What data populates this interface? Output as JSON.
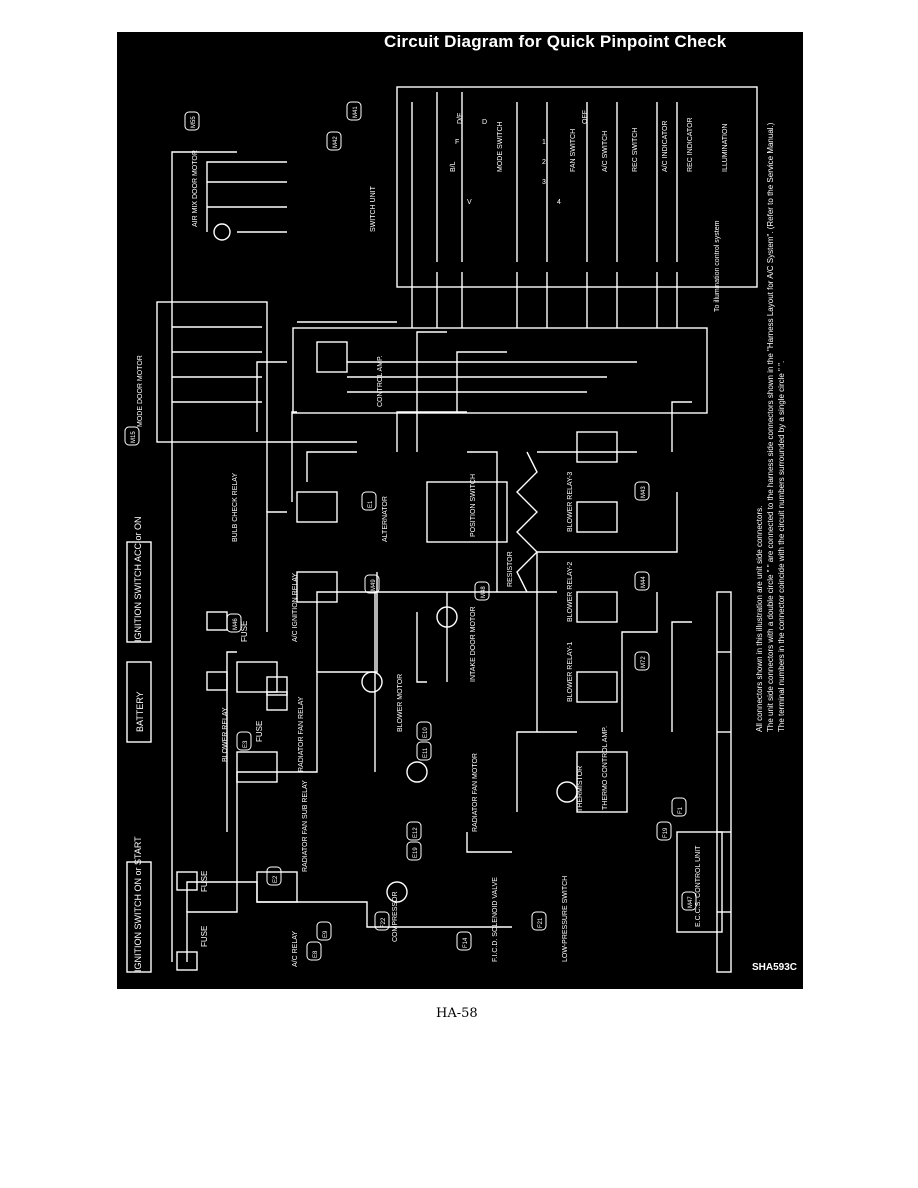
{
  "diagram": {
    "title": "Circuit Diagram for Quick Pinpoint Check",
    "figure_code": "SHA593C",
    "page_number": "HA-58",
    "colors": {
      "background": "#000000",
      "line": "#ffffff",
      "page": "#ffffff"
    },
    "components": {
      "ignition_switch_on_start": "IGNITION SWITCH ON or START",
      "ignition_switch_acc_on": "IGNITION SWITCH ACC or ON",
      "battery": "BATTERY",
      "fuse": "FUSE",
      "blower_relay": "BLOWER RELAY",
      "radiator_fan_relay": "RADIATOR FAN RELAY",
      "radiator_fan_sub_relay": "RADIATOR FAN SUB RELAY",
      "ac_ignition_relay": "A/C IGNITION RELAY",
      "bulb_check_relay": "BULB CHECK RELAY",
      "alternator": "ALTERNATOR",
      "blower_motor": "BLOWER MOTOR",
      "radiator_fan_motor": "RADIATOR FAN MOTOR",
      "ac_relay": "A/C RELAY",
      "compressor": "COMPRESSOR",
      "ficd_solenoid_valve": "F.I.C.D. SOLENOID VALVE",
      "low_pressure_switch": "LOW-PRESSURE SWITCH",
      "eccs_control_unit": "E.C.C.S. CONTROL UNIT",
      "thermistor": "THERMISTOR",
      "thermo_control_amp": "THERMO CONTROL AMP.",
      "blower_relay_1": "BLOWER RELAY-1",
      "blower_relay_2": "BLOWER RELAY-2",
      "blower_relay_3": "BLOWER RELAY-3",
      "resistor": "RESISTOR",
      "intake_door_motor": "INTAKE DOOR MOTOR",
      "position_switch": "POSITION SWITCH",
      "mode_door_motor": "MODE DOOR MOTOR",
      "control_amp": "CONTROL AMP.",
      "air_mix_door_motor": "AIR MIX DOOR MOTOR",
      "switch_unit": "SWITCH UNIT",
      "mode_switch": "MODE SWITCH",
      "fan_switch": "FAN SWITCH",
      "ac_switch": "A/C SWITCH",
      "rec_switch": "REC SWITCH",
      "ac_indicator": "A/C INDICATOR",
      "rec_indicator": "REC INDICATOR",
      "illumination": "ILLUMINATION",
      "to_illumination": "To illumination control system"
    },
    "switch_positions": [
      "OFF",
      "1",
      "2",
      "3",
      "4",
      "V",
      "B/L",
      "F",
      "D/F",
      "D"
    ],
    "connector_codes": [
      "M15",
      "M49",
      "M46",
      "M55",
      "M47",
      "M48",
      "M72",
      "M44",
      "M43",
      "M42",
      "M41",
      "E3",
      "E2",
      "E12",
      "E19",
      "E8",
      "E9",
      "E10",
      "E11",
      "E1",
      "F14",
      "F22",
      "F21",
      "F1",
      "F19"
    ],
    "notes": [
      "All connectors shown in this illustration are unit side connectors.",
      "The unit side connectors with a double circle \" \" are connected to the harness side connectors shown in the \"Harness Layout for A/C System\". (Refer to the Service Manual.)",
      "The terminal numbers in the connector coincide with the circuit numbers surrounded by a single circle \" \"."
    ]
  }
}
